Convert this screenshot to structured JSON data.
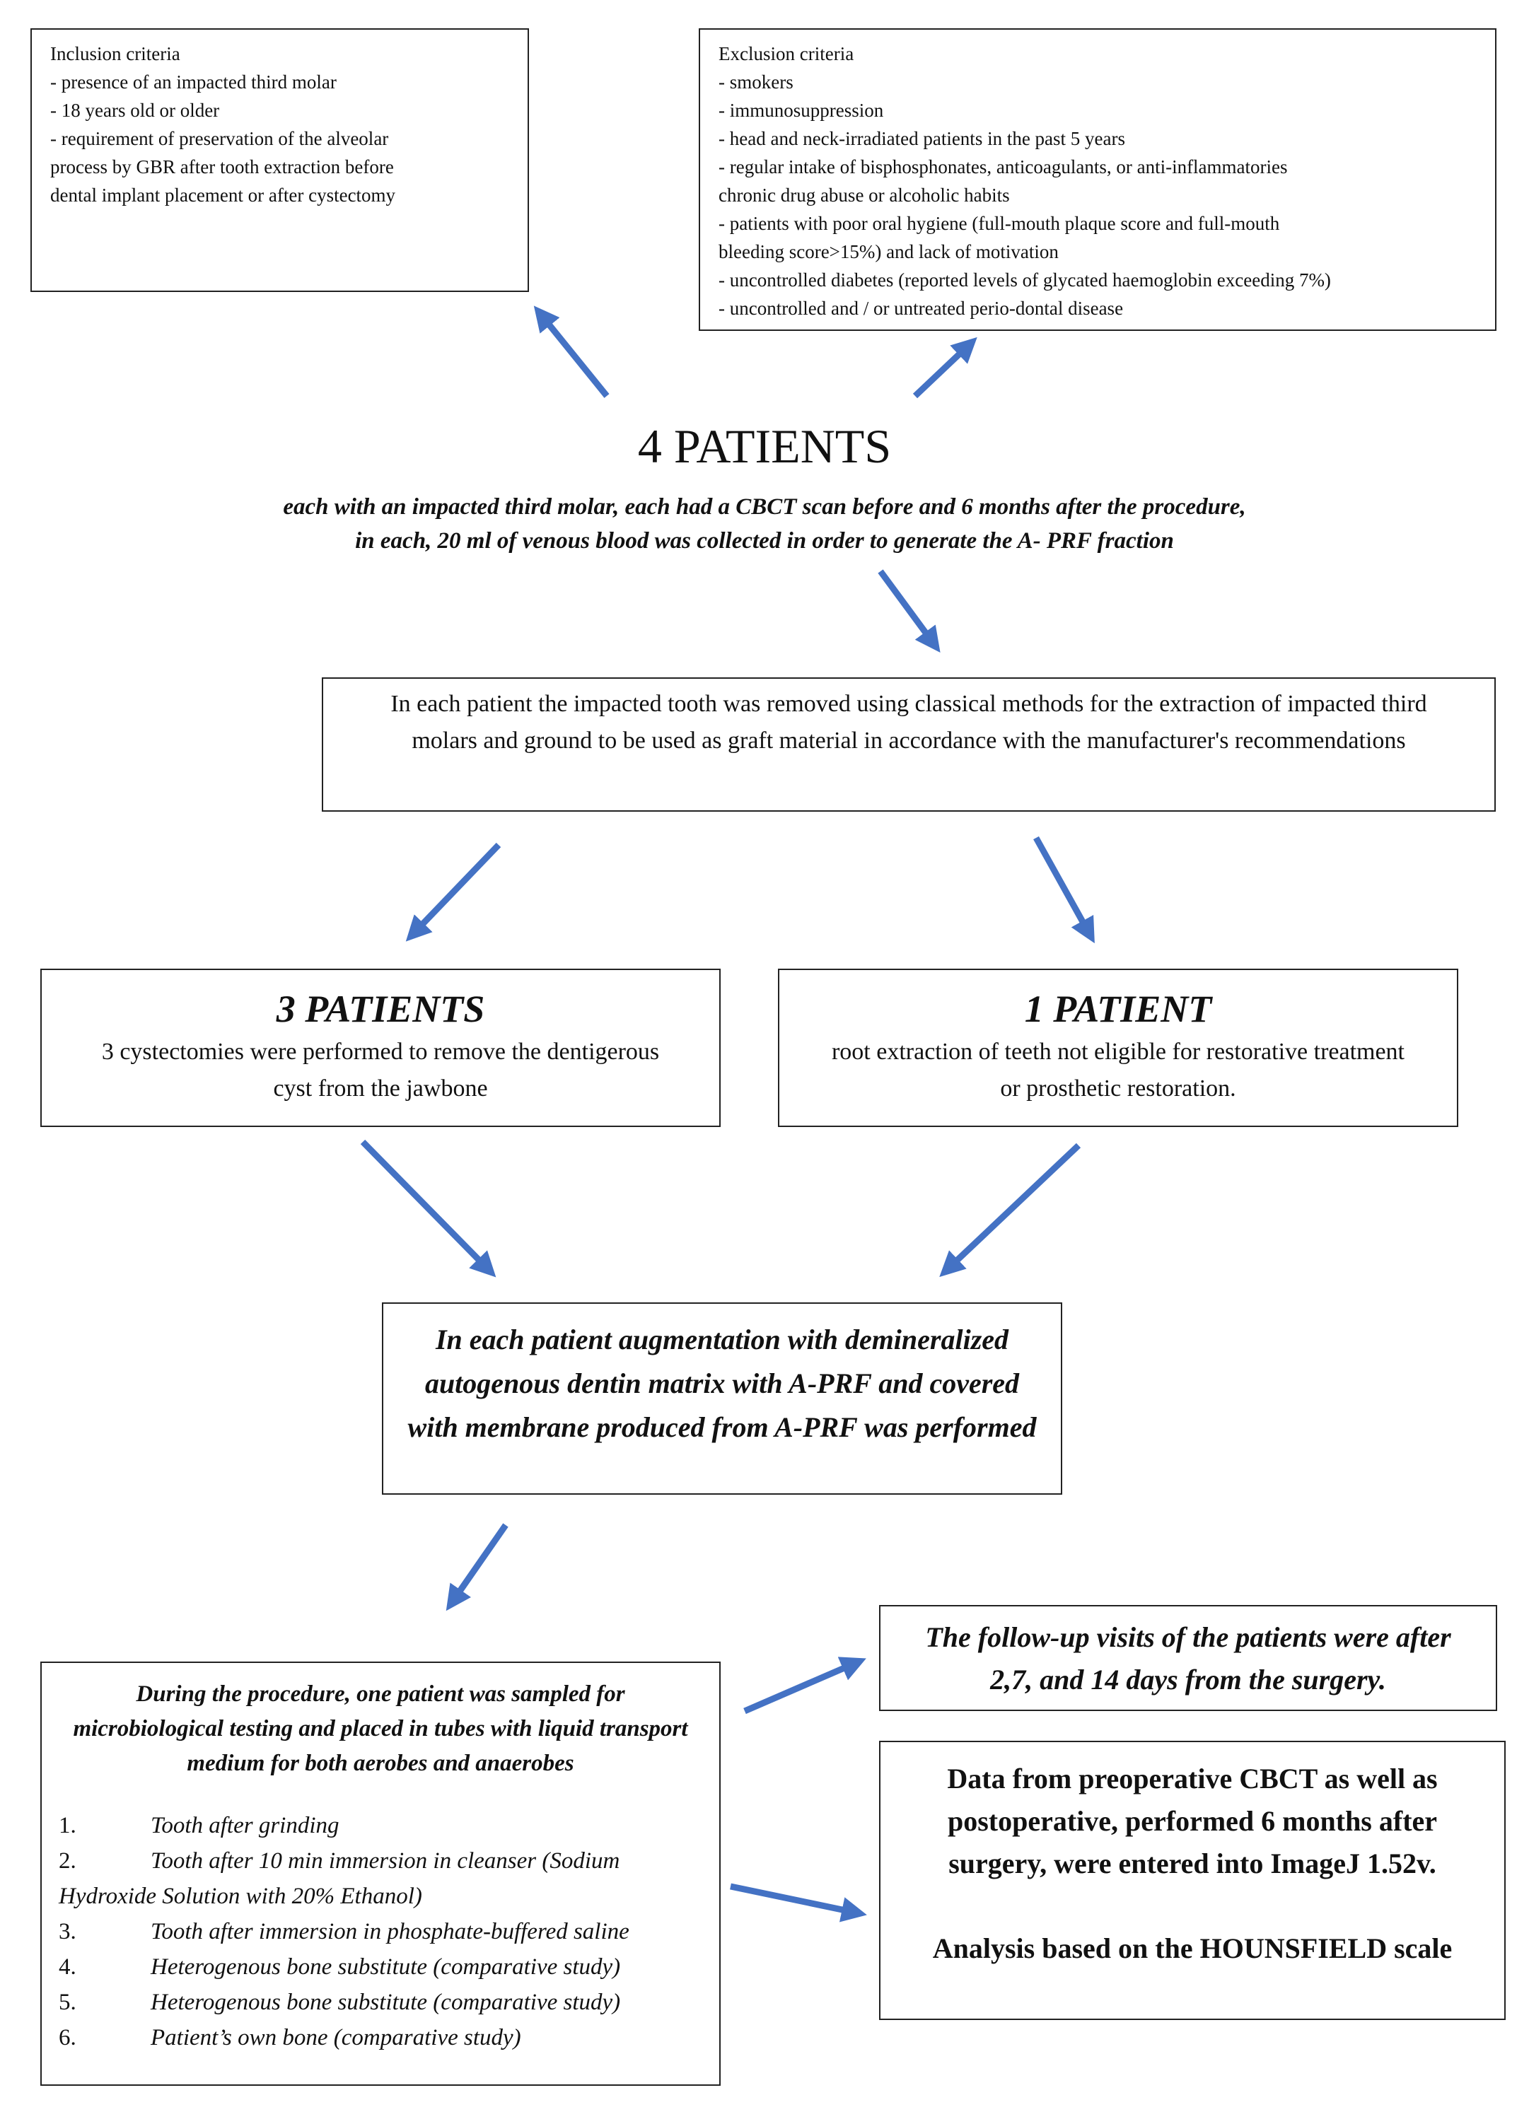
{
  "inclusion": {
    "lines": [
      "Inclusion criteria",
      "- presence of an impacted third molar",
      "- 18 years old or older",
      "- requirement of preservation of the alveolar",
      "process by GBR after tooth extraction before",
      "dental implant placement or after cystectomy"
    ]
  },
  "exclusion": {
    "lines": [
      "Exclusion criteria",
      "- smokers",
      "- immunosuppression",
      "- head and neck-irradiated patients in the past 5 years",
      "- regular intake of bisphosphonates, anticoagulants, or anti-inflammatories",
      "chronic drug abuse or alcoholic habits",
      "- patients with poor oral hygiene (full-mouth plaque score and full-mouth",
      "bleeding score>15%) and lack of motivation",
      "- uncontrolled diabetes (reported levels of glycated haemoglobin exceeding 7%)",
      "- uncontrolled and / or untreated perio-dontal disease"
    ]
  },
  "patients": {
    "title": "4 PATIENTS",
    "line1": "each with an impacted third molar, each had a CBCT scan before and 6 months after the procedure,",
    "line2": "in each, 20 ml of venous blood was collected in order to generate the A- PRF fraction"
  },
  "extraction": {
    "text": "In each patient the impacted tooth was removed using classical methods for the extraction of impacted third molars and ground to be used as graft material in accordance with the manufacturer's recommendations"
  },
  "group_a": {
    "title": "3 PATIENTS",
    "text": "3 cystectomies were performed to remove the dentigerous cyst from the jawbone"
  },
  "group_b": {
    "title": "1 PATIENT",
    "text": "root extraction of teeth not eligible for restorative treatment or prosthetic restoration."
  },
  "augmentation": {
    "text": "In each patient augmentation with demineralized autogenous dentin matrix with A-PRF and covered with membrane produced from A-PRF was performed"
  },
  "microbiology": {
    "header": "During the procedure, one patient was sampled for microbiological testing and placed in tubes with liquid transport medium for both aerobes and anaerobes",
    "items": [
      {
        "num": "1.",
        "text": "Tooth after grinding"
      },
      {
        "num": "2.",
        "text": "Tooth after 10 min immersion in cleanser (Sodium Hydroxide Solution with 20% Ethanol)"
      },
      {
        "num": "3.",
        "text": "Tooth after immersion in phosphate-buffered saline"
      },
      {
        "num": "4.",
        "text": "Heterogenous bone substitute (comparative study)"
      },
      {
        "num": "5.",
        "text": "Heterogenous bone substitute (comparative study)"
      },
      {
        "num": "6.",
        "text": "Patient’s own bone (comparative study)"
      }
    ]
  },
  "followup": {
    "text": "The follow-up visits of the patients were after 2,7, and 14 days from the surgery."
  },
  "data_analysis": {
    "text1": "Data from preoperative CBCT as well as postoperative, performed 6 months after surgery, were entered into ImageJ 1.52v.",
    "text2": "Analysis based on the HOUNSFIELD scale"
  },
  "colors": {
    "arrow": "#4472C4",
    "border": "#222222",
    "text": "#111111"
  }
}
